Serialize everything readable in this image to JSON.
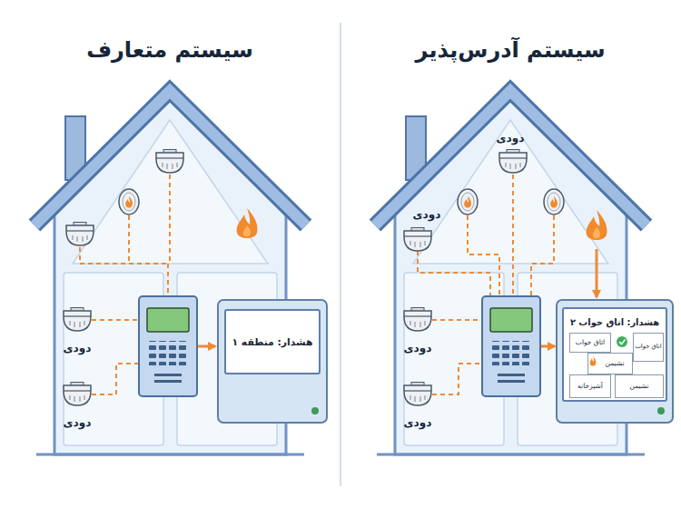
{
  "diagram": {
    "nodes": [
      {
        "text": [
          "هشدار: منطقه ۱"
        ]
      },
      {
        "text": [
          "هشدار: اتاق خواب ۲"
        ]
      },
      {
        "text": [
          "اتاق خواب"
        ],
        "in": 1
      },
      {
        "text": [
          "اتاق خواب"
        ],
        "in": 1
      },
      {
        "text": [
          "نشیمن"
        ],
        "in": 1
      },
      {
        "text": [
          "آشپزخانه"
        ],
        "in": 1
      },
      {
        "text": [
          "نشیمن"
        ],
        "in": 1
      }
    ],
    "labels": [
      "سیستم متعارف",
      "سیستم آدرس‌پذیر",
      "دودی",
      "دودی",
      "دودی",
      "دودی",
      "دودی",
      "دودی"
    ]
  }
}
